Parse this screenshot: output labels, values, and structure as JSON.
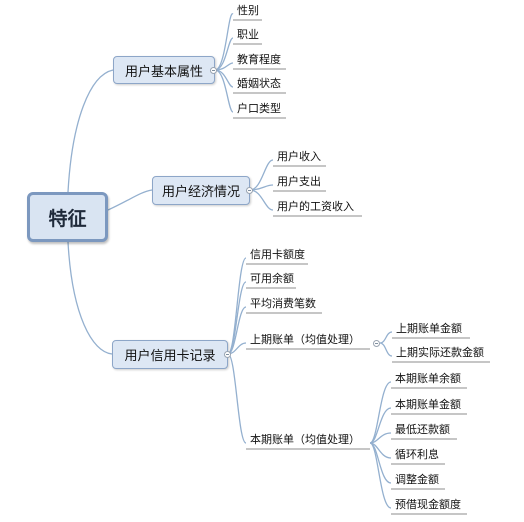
{
  "root": {
    "label": "特征"
  },
  "branches": {
    "basic": {
      "label": "用户基本属性",
      "items": [
        "性别",
        "职业",
        "教育程度",
        "婚姻状态",
        "户口类型"
      ]
    },
    "economy": {
      "label": "用户经济情况",
      "items": [
        "用户收入",
        "用户支出",
        "用户的工资收入"
      ]
    },
    "credit": {
      "label": "用户信用卡记录",
      "items": [
        "信用卡额度",
        "可用余额",
        "平均消费笔数",
        "上期账单（均值处理）",
        "本期账单（均值处理）"
      ],
      "last_bill": [
        "上期账单金额",
        "上期实际还款金额"
      ],
      "this_bill": [
        "本期账单余额",
        "本期账单金额",
        "最低还款额",
        "循环利息",
        "调整金额",
        "预借现金额度"
      ]
    }
  },
  "colors": {
    "line": "#94b0cf",
    "underline": "#8c8c8c",
    "node_fill": "#dde7f4",
    "node_border": "#8da6c8"
  }
}
